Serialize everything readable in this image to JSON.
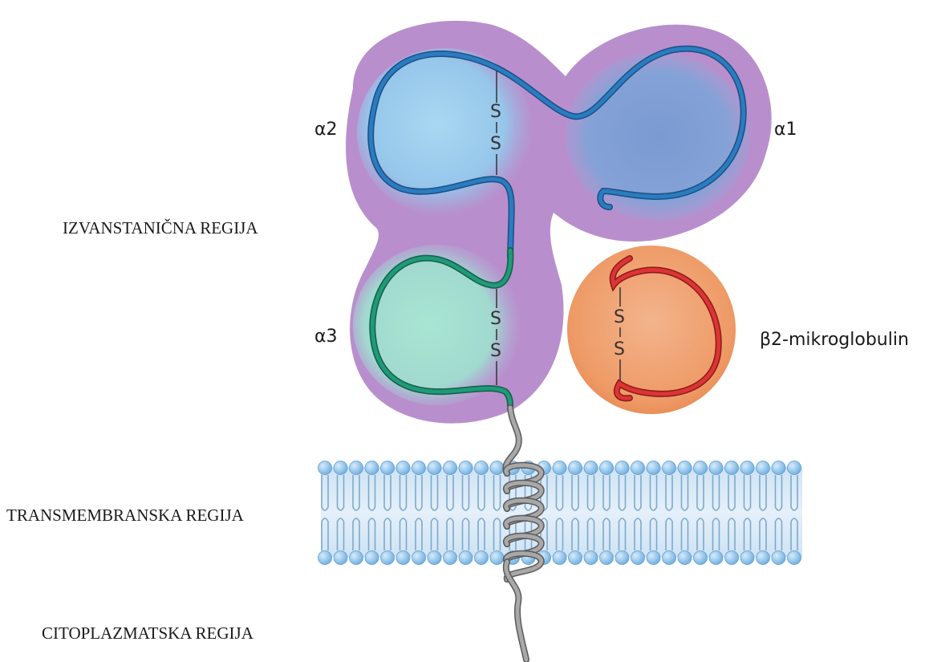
{
  "regions": {
    "extracellular": "IZVANSTANIČNA REGIJA",
    "transmembrane": "TRANSMEMBRANSKA REGIJA",
    "cytoplasmic": "CITOPLAZMATSKA REGIJA"
  },
  "domains": {
    "alpha1": "α1",
    "alpha2": "α2",
    "alpha3": "α3",
    "beta2m": "β2-mikroglobulin"
  },
  "disulfide": {
    "s": "S"
  },
  "colors": {
    "heavy_chain_bg": "#b48fcc",
    "alpha1_fill": "#7f9fd4",
    "alpha2_fill": "#9fcdec",
    "alpha3_fill": "#a6e2cf",
    "alpha12_strand": "#1f6fae",
    "alpha3_strand": "#1a8a6a",
    "beta2m_bg": "#ee9a66",
    "beta2m_strand": "#d92b2b",
    "membrane": "#bcd6ee",
    "membrane_head": "#8ec1ea",
    "tail": "#9a9a9a"
  }
}
